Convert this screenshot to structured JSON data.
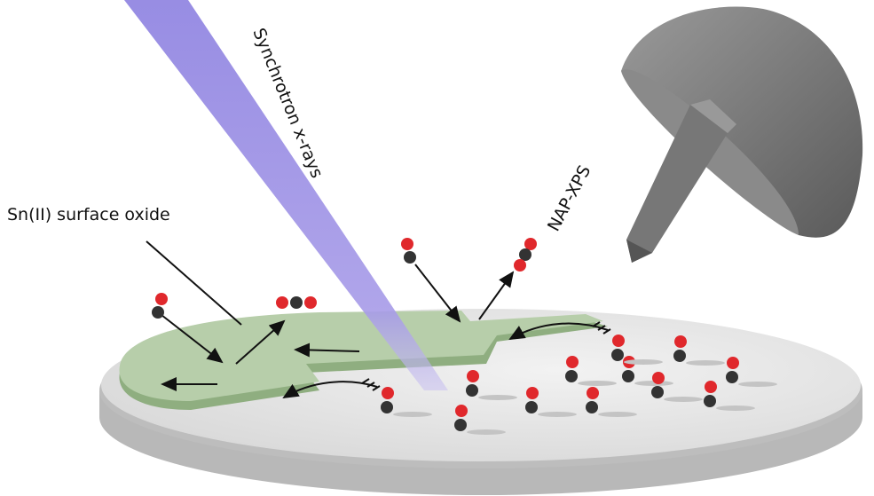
{
  "labels": {
    "oxide": "Sn(II) surface oxide",
    "beam": "Synchrotron x-rays",
    "technique": "NAP-XPS"
  },
  "colors": {
    "beam": "#9a8ee6",
    "oxide": "#b7ceaa",
    "oxygen": "#e0282c",
    "carbon": "#333333",
    "disk": "#e4e4e4",
    "analyzer": "#7a7a7a"
  }
}
